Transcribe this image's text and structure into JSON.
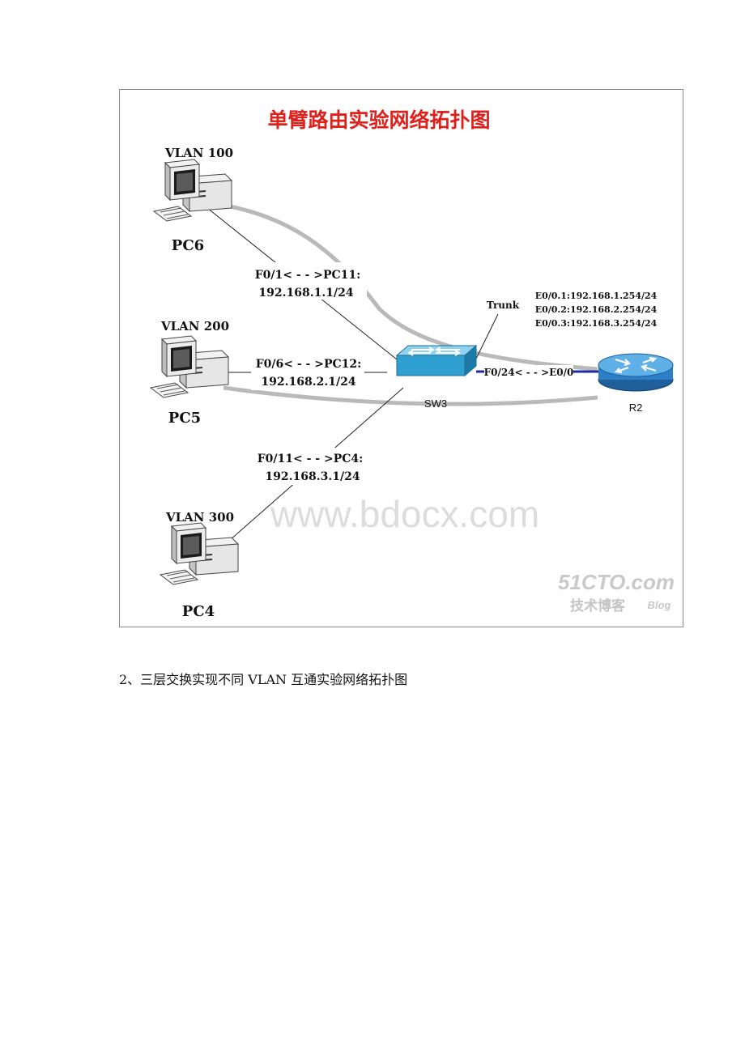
{
  "diagram": {
    "title": "单臂路由实验网络拓扑图",
    "pcs": [
      {
        "vlan": "VLAN 100",
        "name": "PC6"
      },
      {
        "vlan": "VLAN 200",
        "name": "PC5"
      },
      {
        "vlan": "VLAN 300",
        "name": "PC4"
      }
    ],
    "links": [
      {
        "port": "F0/1< - - >PC11:",
        "ip": "192.168.1.1/24"
      },
      {
        "port": "F0/6< - - >PC12:",
        "ip": "192.168.2.1/24"
      },
      {
        "port": "F0/11< - - >PC4:",
        "ip": "192.168.3.1/24"
      }
    ],
    "switch": {
      "name": "SW3"
    },
    "router": {
      "name": "R2",
      "subinterfaces": [
        "E0/0.1:192.168.1.254/24",
        "E0/0.2:192.168.2.254/24",
        "E0/0.3:192.168.3.254/24"
      ]
    },
    "trunk_label": "Trunk",
    "uplink_label": "F0/24< - - >E0/0",
    "watermark": "www.bdocx.com",
    "logo": {
      "brand": "51CTO.com",
      "sub": "技术博客",
      "tag": "Blog"
    },
    "colors": {
      "title": "#e0201b",
      "switch": "#2f9fd0",
      "router": "#2b7fc6",
      "trunk_line": "#1a2aa8",
      "path": "#b9b9b9"
    }
  },
  "caption": "2、三层交换实现不同 VLAN 互通实验网络拓扑图"
}
